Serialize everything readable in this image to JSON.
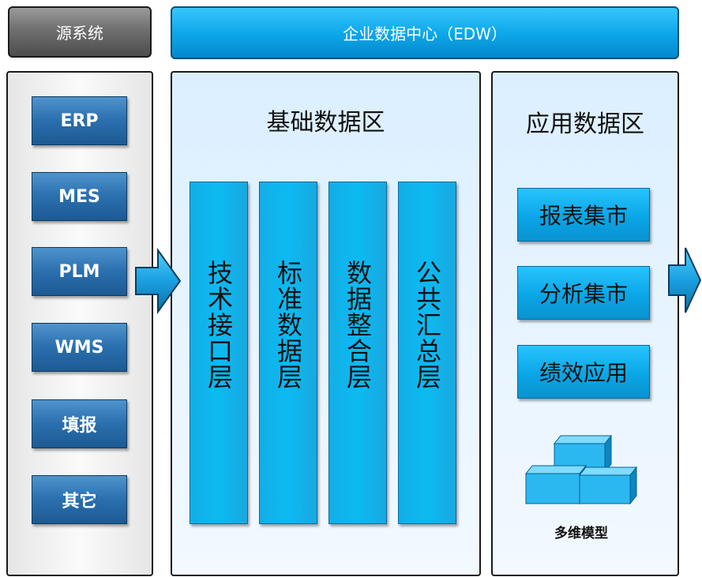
{
  "header": {
    "source_title": "源系统",
    "edw_title": "企业数据中心（EDW）"
  },
  "source_systems": [
    "ERP",
    "MES",
    "PLM",
    "WMS",
    "填报",
    "其它"
  ],
  "base_zone": {
    "title": "基础数据区",
    "layers": [
      "技术接口层",
      "标准数据层",
      "数据整合层",
      "公共汇总层"
    ]
  },
  "app_zone": {
    "title": "应用数据区",
    "marts": [
      "报表集市",
      "分析集市",
      "绩效应用"
    ],
    "cube_label": "多维模型"
  },
  "colors": {
    "source_header": "#6f6f6f",
    "edw_header": "#0ea8ea",
    "source_button": "#2a6fae",
    "layer_bar": "#0cbaf2",
    "zone_background": "#e6f3ff",
    "arrow": "#1a9fe0",
    "cube": "#2bb8f0"
  },
  "icons": {
    "arrow": "right-arrow-icon",
    "cubes": "cubes-icon"
  }
}
